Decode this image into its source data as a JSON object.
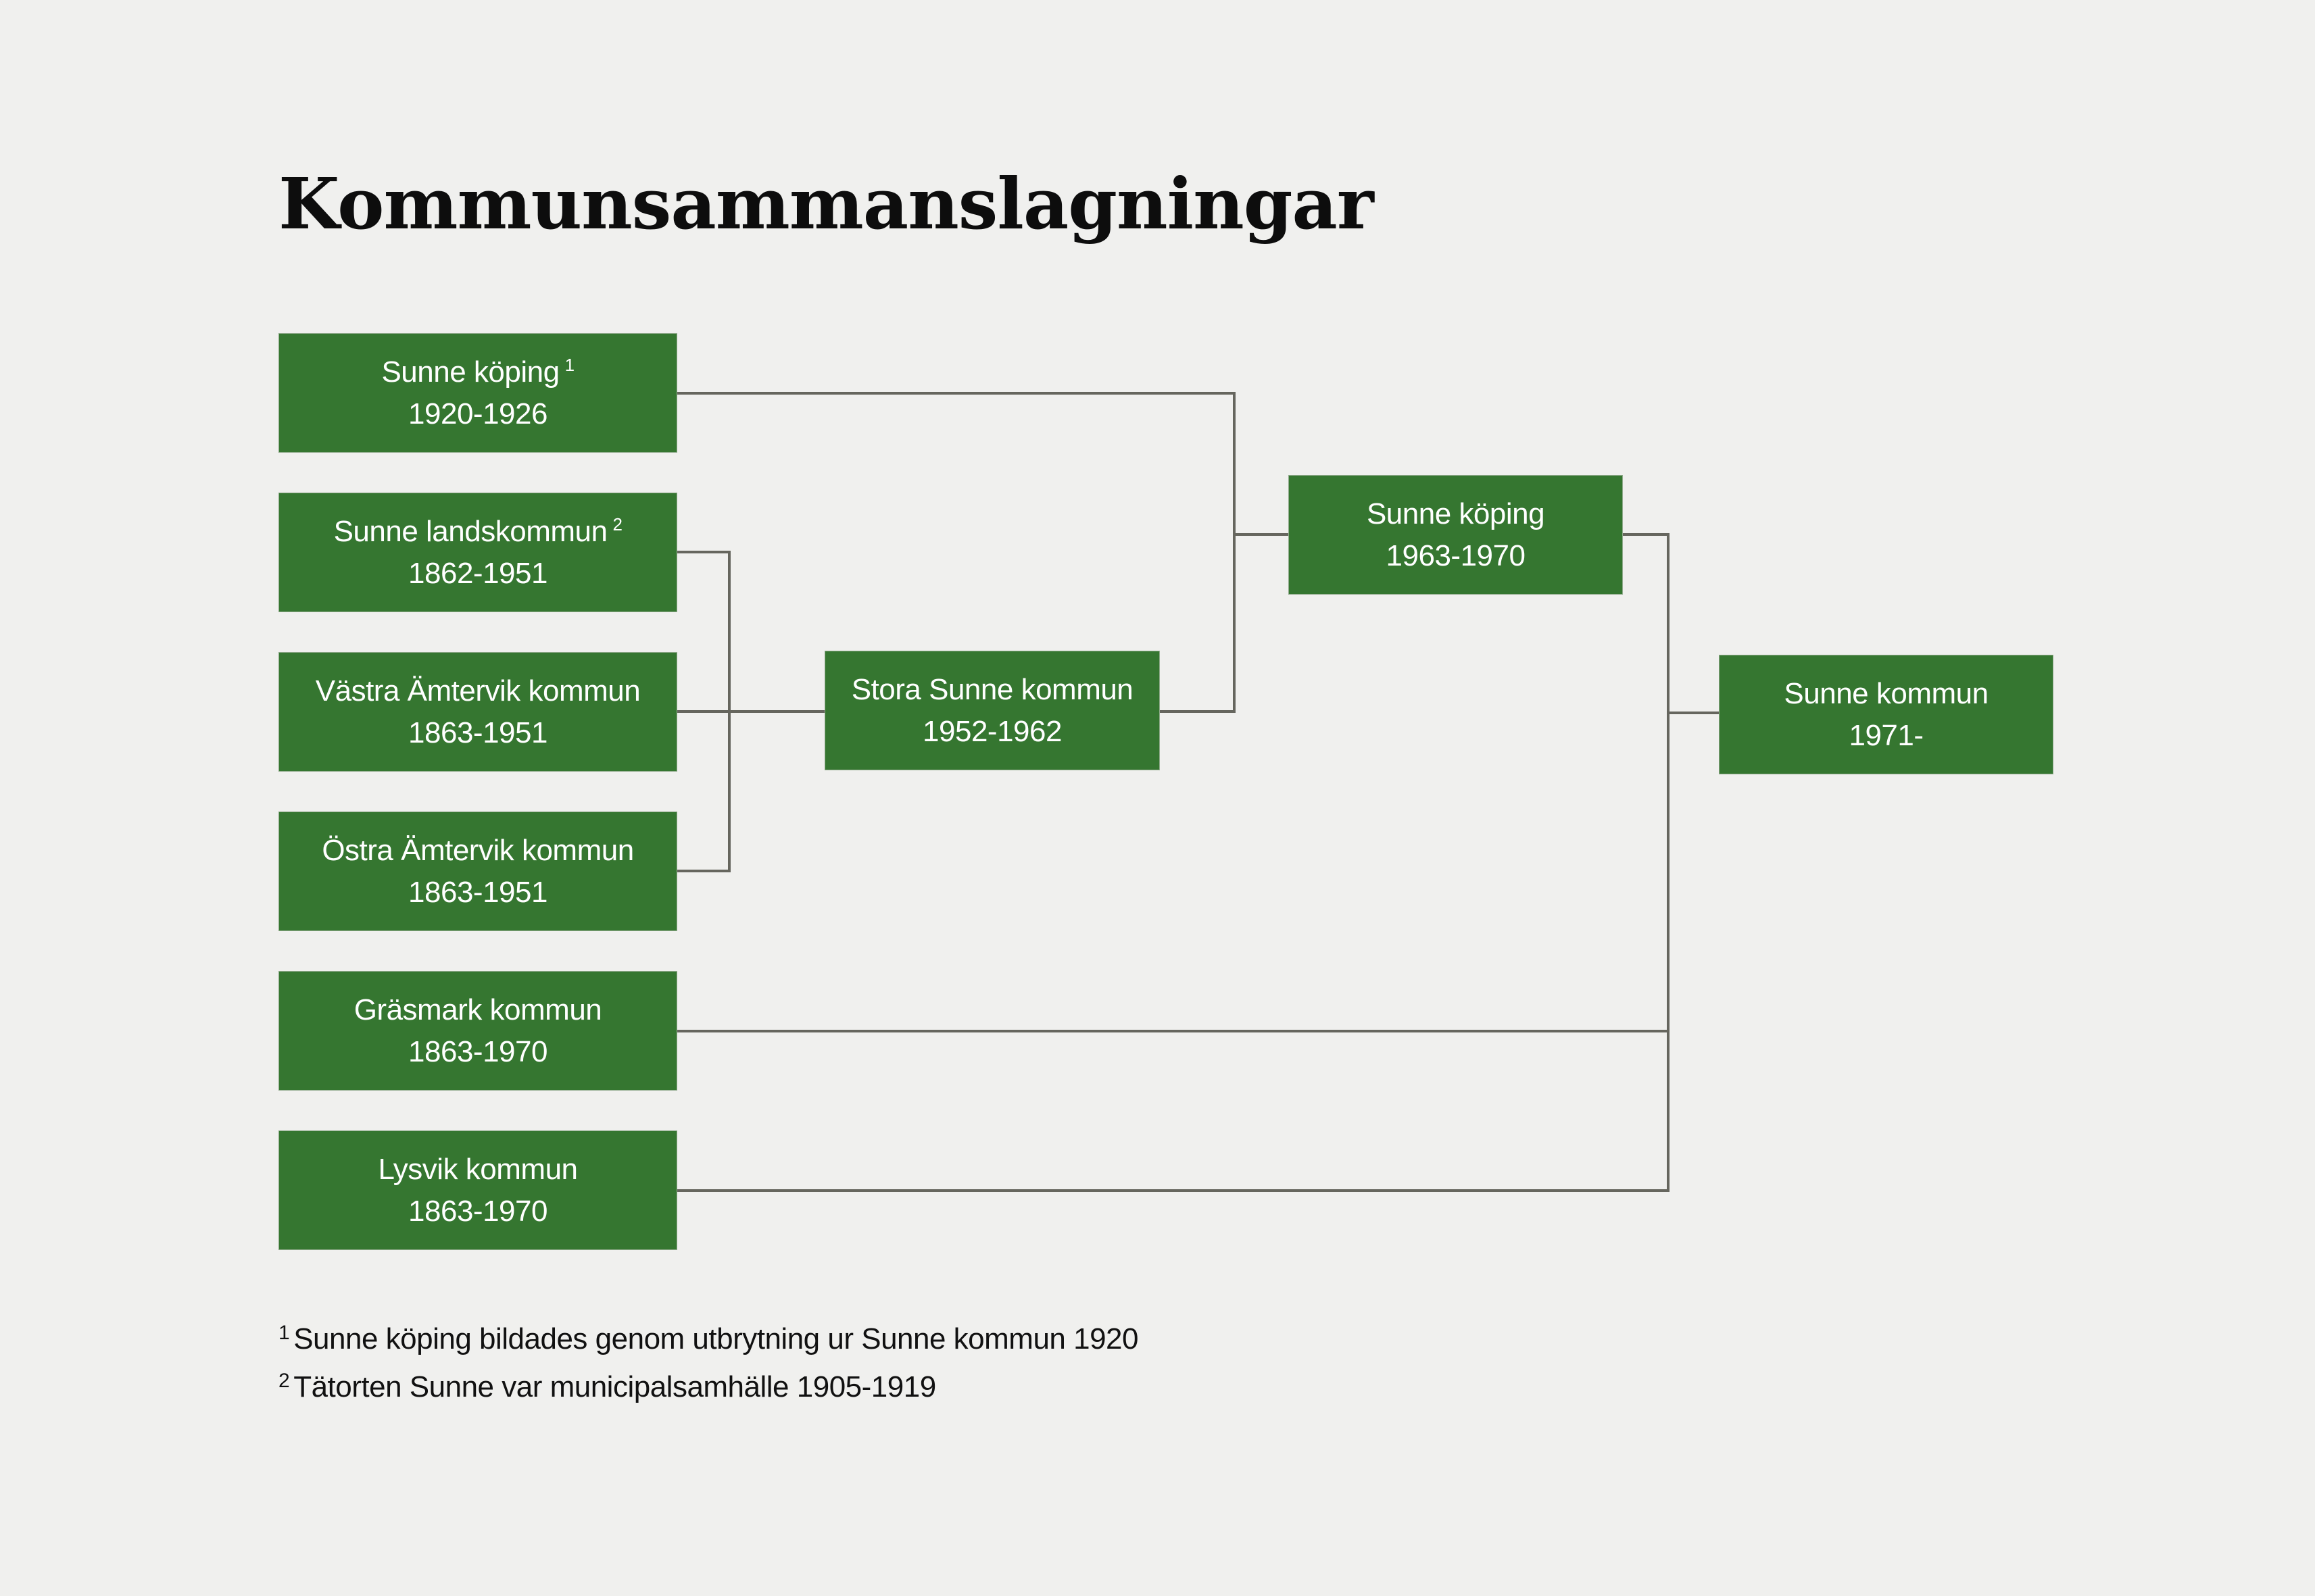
{
  "title": "Kommunsammanslagningar",
  "colors": {
    "background": "#f0f0ee",
    "node_fill": "#357630",
    "node_text": "#ffffff",
    "connector": "#66665e",
    "title_text": "#0d0d0d"
  },
  "nodes": [
    {
      "id": "sunne-koping-1920",
      "name": "Sunne köping",
      "footnote_ref": "1",
      "years": "1920-1926"
    },
    {
      "id": "sunne-landskommun",
      "name": "Sunne landskommun",
      "footnote_ref": "2",
      "years": "1862-1951"
    },
    {
      "id": "vastra-amtervik",
      "name": "Västra Ämtervik kommun",
      "footnote_ref": "",
      "years": "1863-1951"
    },
    {
      "id": "ostra-amtervik",
      "name": "Östra Ämtervik kommun",
      "footnote_ref": "",
      "years": "1863-1951"
    },
    {
      "id": "grasmark",
      "name": "Gräsmark kommun",
      "footnote_ref": "",
      "years": "1863-1970"
    },
    {
      "id": "lysvik",
      "name": "Lysvik kommun",
      "footnote_ref": "",
      "years": "1863-1970"
    },
    {
      "id": "stora-sunne",
      "name": "Stora Sunne kommun",
      "footnote_ref": "",
      "years": "1952-1962"
    },
    {
      "id": "sunne-koping-1963",
      "name": "Sunne köping",
      "footnote_ref": "",
      "years": "1963-1970"
    },
    {
      "id": "sunne-kommun",
      "name": "Sunne kommun",
      "footnote_ref": "",
      "years": "1971-"
    }
  ],
  "edges": [
    {
      "from": "sunne-landskommun",
      "to": "stora-sunne"
    },
    {
      "from": "vastra-amtervik",
      "to": "stora-sunne"
    },
    {
      "from": "ostra-amtervik",
      "to": "stora-sunne"
    },
    {
      "from": "sunne-koping-1920",
      "to": "sunne-koping-1963"
    },
    {
      "from": "stora-sunne",
      "to": "sunne-koping-1963"
    },
    {
      "from": "sunne-koping-1963",
      "to": "sunne-kommun"
    },
    {
      "from": "grasmark",
      "to": "sunne-kommun"
    },
    {
      "from": "lysvik",
      "to": "sunne-kommun"
    }
  ],
  "footnotes": [
    {
      "mark": "1",
      "text": "Sunne köping bildades genom utbrytning ur Sunne kommun 1920"
    },
    {
      "mark": "2",
      "text": "Tätorten Sunne var municipalsamhälle 1905-1919"
    }
  ]
}
